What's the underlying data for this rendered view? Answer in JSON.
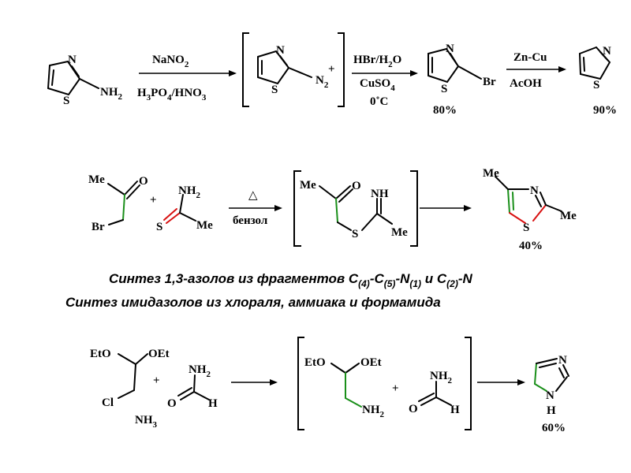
{
  "row1": {
    "sm1": {
      "n": "N",
      "s": "S",
      "nh2": "NH",
      "nh2_sub": "2"
    },
    "arrow1": {
      "top": "NaNO",
      "top_sub": "2",
      "bottom_p1": "H",
      "bottom_sub1": "3",
      "bottom_p2": "PO",
      "bottom_sub2": "4",
      "bottom_p3": "/HNO",
      "bottom_sub3": "3"
    },
    "int1": {
      "n": "N",
      "s": "S",
      "n2": "N",
      "n2_sub": "2",
      "charge": "+"
    },
    "arrow2": {
      "top_p1": "HBr/H",
      "top_sub": "2",
      "top_p2": "O",
      "mid_p1": "CuSO",
      "mid_sub": "4",
      "bottom": "0˚C"
    },
    "prod1": {
      "n": "N",
      "s": "S",
      "br": "Br",
      "yield": "80%"
    },
    "arrow3": {
      "top": "Zn-Cu",
      "bottom": "AcOH"
    },
    "prod2": {
      "n": "N",
      "s": "S",
      "yield": "90%"
    }
  },
  "row2": {
    "sm1": {
      "me": "Me",
      "o": "O",
      "br": "Br"
    },
    "plus": "+",
    "sm2": {
      "nh2": "NH",
      "nh2_sub": "2",
      "s": "S",
      "me": "Me"
    },
    "arrow": {
      "top": "△",
      "bottom": "бензол"
    },
    "int": {
      "me": "Me",
      "o": "O",
      "nh": "NH",
      "s": "S",
      "me2": "Me"
    },
    "prod": {
      "me1": "Me",
      "n": "N",
      "s": "S",
      "me2": "Me",
      "yield": "40%"
    }
  },
  "captions": {
    "c1_p1": "Синтез 1,3-азолов из фрагментов C",
    "c1_s1": "(4)",
    "c1_p2": "-C",
    "c1_s2": "(5)",
    "c1_p3": "-N",
    "c1_s3": "(1)",
    "c1_p4": " и C",
    "c1_s4": "(2)",
    "c1_p5": "-N",
    "c2": "Синтез имидазолов из хлораля, аммиака и формамида"
  },
  "row3": {
    "sm1": {
      "eto": "EtO",
      "oet": "OEt",
      "cl": "Cl"
    },
    "plus": "+",
    "sm2": {
      "nh2": "NH",
      "nh2_sub": "2",
      "o": "O",
      "h": "H"
    },
    "nh3": "NH",
    "nh3_sub": "3",
    "int": {
      "eto": "EtO",
      "oet": "OEt",
      "nh2": "NH",
      "nh2_sub": "2",
      "plus": "+",
      "nh2b": "NH",
      "nh2b_sub": "2",
      "o": "O",
      "h": "H"
    },
    "prod": {
      "n": "N",
      "nh_n": "N",
      "nh_h": "H",
      "yield": "60%"
    }
  }
}
